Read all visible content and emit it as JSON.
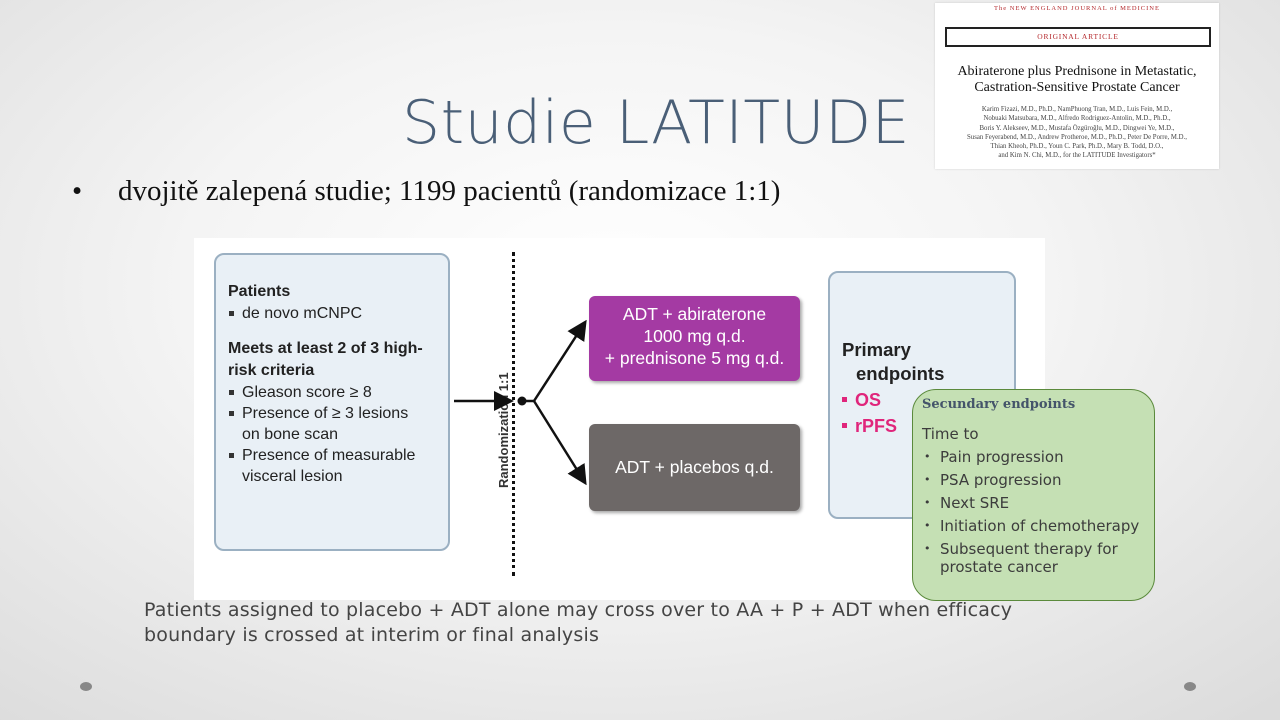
{
  "slide": {
    "title": "Studie LATITUDE",
    "bullet": "dvojitě zalepená studie; 1199 pacientů (randomizace 1:1)",
    "footnote": "Patients assigned to placebo + ADT alone may cross over to AA + P + ADT when efficacy boundary is crossed at interim or final analysis"
  },
  "nejm": {
    "journal": "The NEW ENGLAND JOURNAL of MEDICINE",
    "label": "ORIGINAL ARTICLE",
    "title_lines": [
      "Abiraterone plus Prednisone in Metastatic,",
      "Castration-Sensitive Prostate Cancer"
    ],
    "author_lines": [
      "Karim Fizazi, M.D., Ph.D., NamPhuong Tran, M.D., Luis Fein, M.D.,",
      "Nobuaki Matsubara, M.D., Alfredo Rodriguez-Antolin, M.D., Ph.D.,",
      "Boris Y. Alekseev, M.D., Mustafa Özgüroğlu, M.D., Dingwei Ye, M.D.,",
      "Susan Feyerabend, M.D., Andrew Protheroe, M.D., Ph.D., Peter De Porre, M.D.,",
      "Thian Kheoh, Ph.D., Youn C. Park, Ph.D., Mary B. Todd, D.O.,",
      "and Kim N. Chi, M.D., for the LATITUDE Investigators*"
    ]
  },
  "diagram": {
    "patients": {
      "heading": "Patients",
      "items": [
        "de novo mCNPC"
      ],
      "criteria_heading_lines": [
        "Meets at least 2 of 3 high-",
        "risk criteria"
      ],
      "criteria": [
        [
          "Gleason score ≥ 8"
        ],
        [
          "Presence of ≥ 3 lesions",
          "on bone scan"
        ],
        [
          "Presence of measurable",
          "visceral lesion"
        ]
      ]
    },
    "randomization_label": "Randomization 1:1",
    "arm_active_lines": [
      "ADT + abiraterone",
      "1000 mg q.d.",
      "+ prednisone 5 mg q.d."
    ],
    "arm_placebo": "ADT + placebos q.d.",
    "primary": {
      "heading_lines": [
        "Primary",
        "endpoints"
      ],
      "endpoints": [
        "OS",
        "rPFS"
      ]
    }
  },
  "secondary": {
    "heading": "Secundary endpoints",
    "intro": "Time to",
    "items": [
      [
        "Pain progression"
      ],
      [
        "PSA progression"
      ],
      [
        "Next SRE"
      ],
      [
        "Initiation of chemotherapy"
      ],
      [
        "Subsequent therapy for",
        "prostate cancer"
      ]
    ]
  },
  "colors": {
    "title": "#4a5f77",
    "active_arm": "#a43aa3",
    "placebo_arm": "#6d6867",
    "endpoint_accent": "#e0257b",
    "secondary_box": "#c5e0b4",
    "nejm_red": "#b4282c"
  }
}
